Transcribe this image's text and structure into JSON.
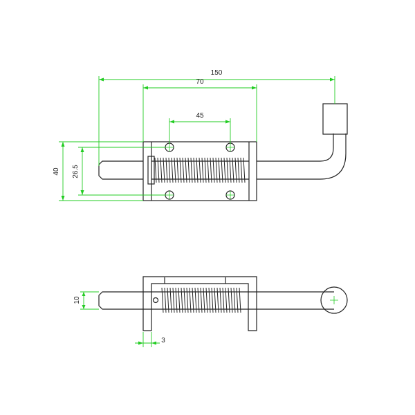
{
  "colors": {
    "outline": "#222222",
    "dimension": "#22cc22",
    "background": "#ffffff"
  },
  "dimensions": {
    "overall_length": "150",
    "body_length": "70",
    "hole_spacing": "45",
    "body_height": "40",
    "hole_row_spacing": "26.5",
    "pin_diameter": "10",
    "plate_thickness": "3"
  }
}
